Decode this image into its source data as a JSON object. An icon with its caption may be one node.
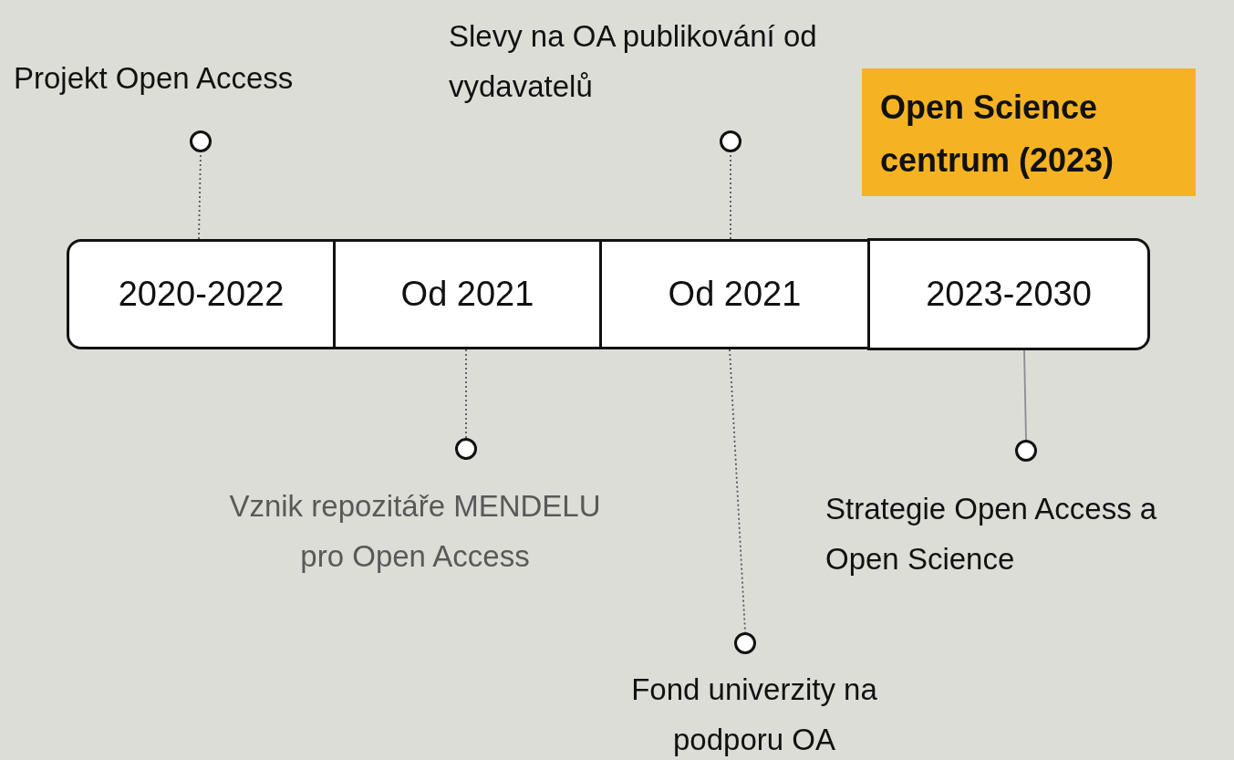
{
  "diagram": {
    "nodes": [
      {
        "text": [
          "2020-2022"
        ]
      },
      {
        "text": [
          "Od 2021"
        ]
      },
      {
        "text": [
          "Od 2021"
        ]
      },
      {
        "text": [
          "2023-2030"
        ]
      },
      {
        "text": [
          "Open Science centrum (2023)"
        ]
      },
      {
        "text": [],
        "shape": "circle",
        "beside": [
          "Projekt Open Access"
        ]
      },
      {
        "text": [],
        "shape": "circle",
        "beside": [
          "Slevy na OA publikování od vydavatelů"
        ]
      },
      {
        "text": [],
        "shape": "circle",
        "beside": [
          "Vznik repozitáře MENDELU pro Open Access"
        ]
      },
      {
        "text": [],
        "shape": "circle",
        "beside": [
          "Fond univerzity na podporu OA"
        ]
      },
      {
        "text": [],
        "shape": "circle",
        "beside": [
          "Strategie Open Access a Open Science"
        ]
      }
    ],
    "edges": [
      {
        "from": 0,
        "to": 5,
        "arrow": "none",
        "style": "dashed"
      },
      {
        "from": 2,
        "to": 6,
        "arrow": "none",
        "style": "dashed"
      },
      {
        "from": 1,
        "to": 7,
        "arrow": "none",
        "style": "dashed"
      },
      {
        "from": 2,
        "to": 8,
        "arrow": "none",
        "style": "dashed"
      },
      {
        "from": 3,
        "to": 9,
        "arrow": "none",
        "color": "#8c8c8c"
      }
    ]
  }
}
